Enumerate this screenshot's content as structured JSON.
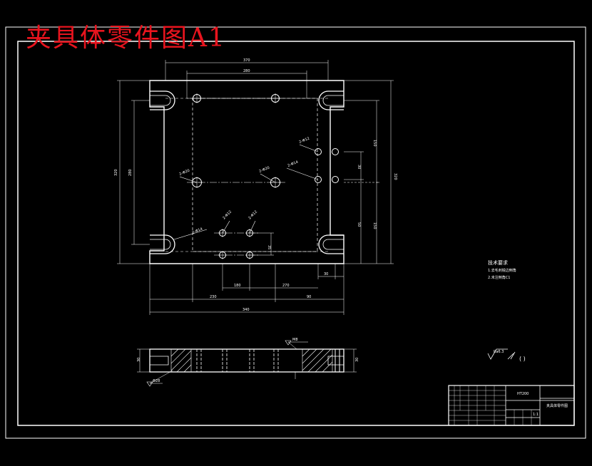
{
  "title": "夹具体零件图A1",
  "notes": {
    "heading": "技术要求",
    "line1": "1.去毛刺锐边倒角",
    "line2": "2.未注倒角C1"
  },
  "roughness": {
    "symbol_label": "Ra6.3",
    "rest_label": "( )"
  },
  "title_block": {
    "material": "HT200",
    "drawing_name": "夹具体零件图",
    "scale": "1:1"
  },
  "dimensions": {
    "top_overall": "370",
    "top_inner": "280",
    "left_overall": "320",
    "left_inner": "280",
    "right_overall": "320",
    "right_upper": "150",
    "right_lower": "150",
    "bottom_overall": "340",
    "bottom_a": "230",
    "bottom_b": "180",
    "bottom_c": "90",
    "bottom_d": "270",
    "bottom_e": "50",
    "bottom_f": "35",
    "small_v": "30",
    "hole_callout_1": "2-Φ12",
    "hole_callout_2": "2-Φ20",
    "hole_callout_3": "2-Φ14",
    "section_thk_left": "30",
    "section_thk_right": "30",
    "section_callout_1": "Φ28",
    "section_callout_2": "M8"
  },
  "colors": {
    "background": "#000000",
    "lines": "#ffffff",
    "title": "#e8141e"
  }
}
